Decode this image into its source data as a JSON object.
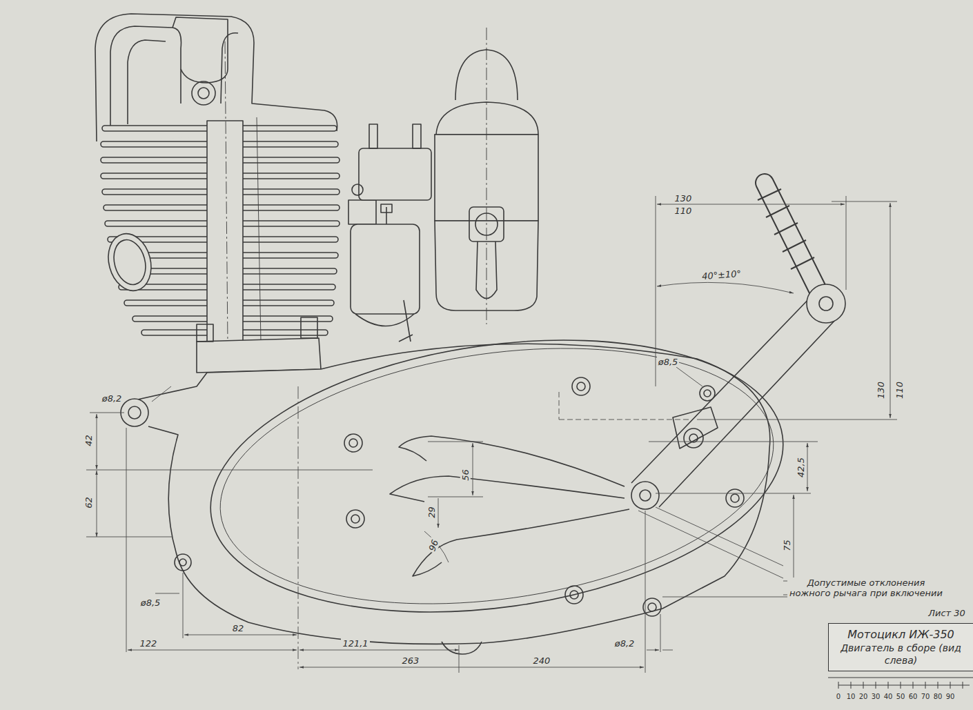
{
  "diagram": {
    "nodes": [
      {
        "text": [
          "Мотоцикл ИЖ-350",
          "Двигатель в сборе (вид слева)"
        ]
      }
    ],
    "labels": [
      "130",
      "110",
      "40°±10°",
      "ø8,5",
      "130",
      "110",
      "ø8,2",
      "42",
      "62",
      "56",
      "29",
      "96",
      "42,5",
      "75",
      "Допустимые отклонения ножного рычага при включении",
      "ø8,5",
      "82",
      "122",
      "121,1",
      "263",
      "240",
      "ø8,2",
      "Лист 30",
      "0",
      "10",
      "20",
      "30",
      "40",
      "50",
      "60",
      "70",
      "80",
      "90"
    ]
  }
}
